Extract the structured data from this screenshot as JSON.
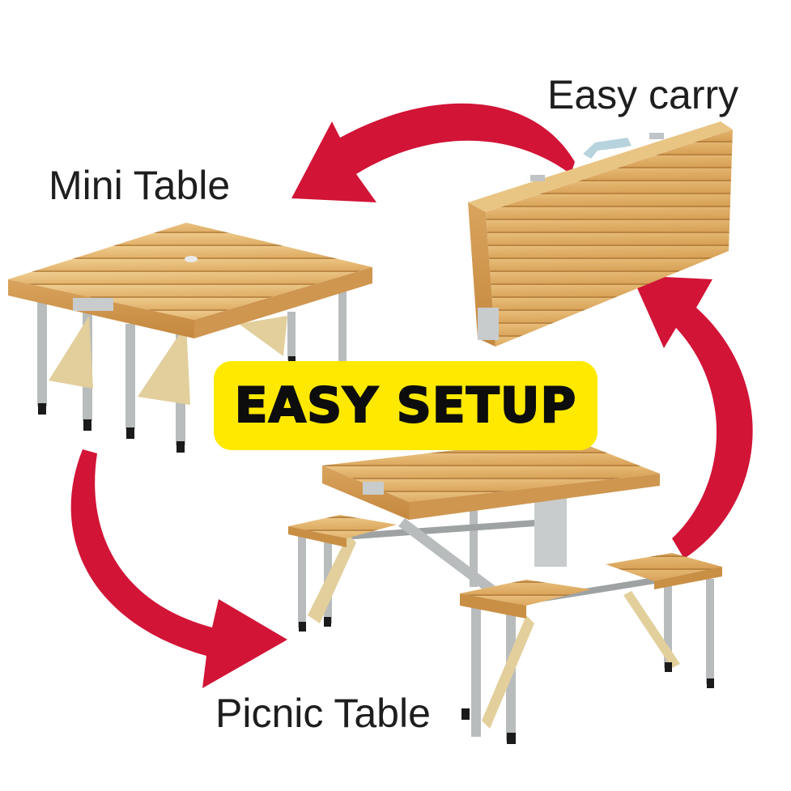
{
  "labels": {
    "easy_carry": "Easy carry",
    "mini_table": "Mini Table",
    "picnic_table": "Picnic Table"
  },
  "badge": {
    "text": "EASY SETUP",
    "background": "#ffe900",
    "text_color": "#0d0d0d"
  },
  "colors": {
    "arrow": "#d21437",
    "wood": "#e3b872",
    "wood_dark": "#c98f45",
    "metal": "#b9bcbd",
    "bracket": "#e2cf9c",
    "foot": "#1a1a1a"
  },
  "products": [
    {
      "name": "folded-case",
      "state": "Easy carry"
    },
    {
      "name": "mini-table",
      "state": "Mini Table"
    },
    {
      "name": "picnic-table",
      "state": "Picnic Table"
    }
  ]
}
